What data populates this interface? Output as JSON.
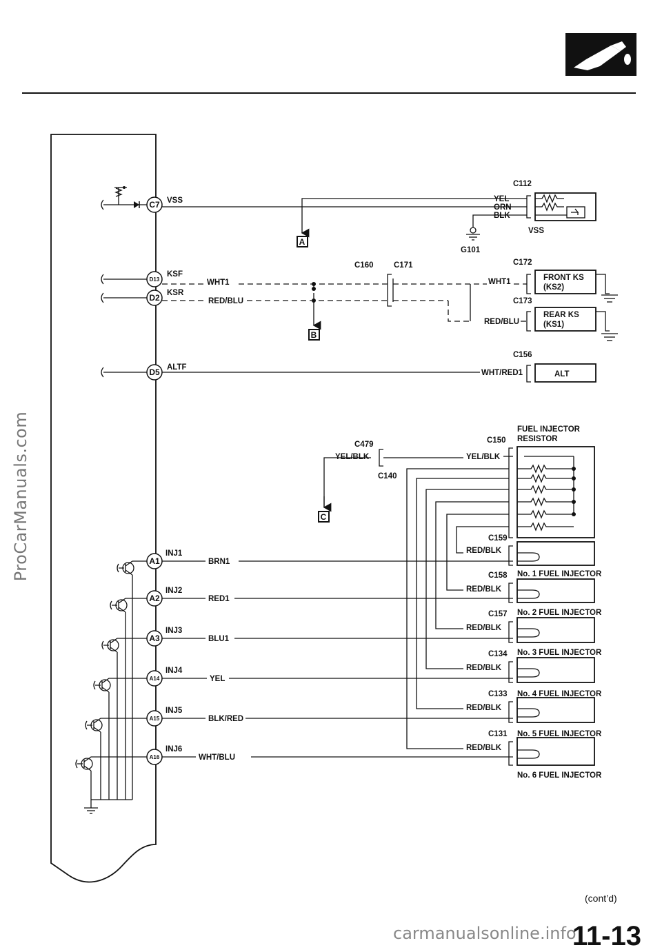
{
  "page": {
    "page_number": "11-13",
    "continued": "(cont’d)",
    "watermark": "ProCarManuals.com",
    "footer_url": "carmanualsonline.info",
    "section_icon": "fuel-nozzle-icon"
  },
  "ecm": {
    "pins": {
      "c7": "C7",
      "d13": "D13",
      "d2": "D2",
      "d5": "D5",
      "a1": "A1",
      "a2": "A2",
      "a3": "A3",
      "a14": "A14",
      "a15": "A15",
      "a16": "A16"
    },
    "signals": {
      "vss": "VSS",
      "ksf": "KSF",
      "ksr": "KSR",
      "altf": "ALTF",
      "inj1": "INJ1",
      "inj2": "INJ2",
      "inj3": "INJ3",
      "inj4": "INJ4",
      "inj5": "INJ5",
      "inj6": "INJ6"
    }
  },
  "wires": {
    "yel": "YEL",
    "orn": "ORN",
    "blk": "BLK",
    "wht1_a": "WHT1",
    "red_blu_a": "RED/BLU",
    "wht1_b": "WHT1",
    "red_blu_b": "RED/BLU",
    "wht_red1": "WHT/RED1",
    "yel_blk_a": "YEL/BLK",
    "yel_blk_b": "YEL/BLK",
    "brn1": "BRN1",
    "red1": "RED1",
    "blu1": "BLU1",
    "yel_inj": "YEL",
    "blk_red": "BLK/RED",
    "wht_blu": "WHT/BLU",
    "red_blk_1": "RED/BLK",
    "red_blk_2": "RED/BLK",
    "red_blk_3": "RED/BLK",
    "red_blk_4": "RED/BLK",
    "red_blk_5": "RED/BLK",
    "red_blk_6": "RED/BLK"
  },
  "connectors": {
    "c112": "C112",
    "c160": "C160",
    "c171": "C171",
    "c172": "C172",
    "c173": "C173",
    "c156": "C156",
    "c479": "C479",
    "c150": "C150",
    "c140": "C140",
    "c159": "C159",
    "c158": "C158",
    "c157": "C157",
    "c134": "C134",
    "c133": "C133",
    "c131": "C131"
  },
  "components": {
    "vss": "VSS",
    "front_ks": "FRONT KS",
    "front_ks_code": "(KS2)",
    "rear_ks": "REAR KS",
    "rear_ks_code": "(KS1)",
    "alt": "ALT",
    "resistor_line1": "FUEL INJECTOR",
    "resistor_line2": "RESISTOR",
    "injector_1": "No. 1 FUEL INJECTOR",
    "injector_2": "No. 2 FUEL INJECTOR",
    "injector_3": "No. 3 FUEL INJECTOR",
    "injector_4": "No. 4 FUEL INJECTOR",
    "injector_5": "No. 5 FUEL INJECTOR",
    "injector_6": "No. 6 FUEL INJECTOR"
  },
  "grounds": {
    "g101": "G101"
  },
  "refs": {
    "a": "A",
    "b": "B",
    "c": "C"
  }
}
